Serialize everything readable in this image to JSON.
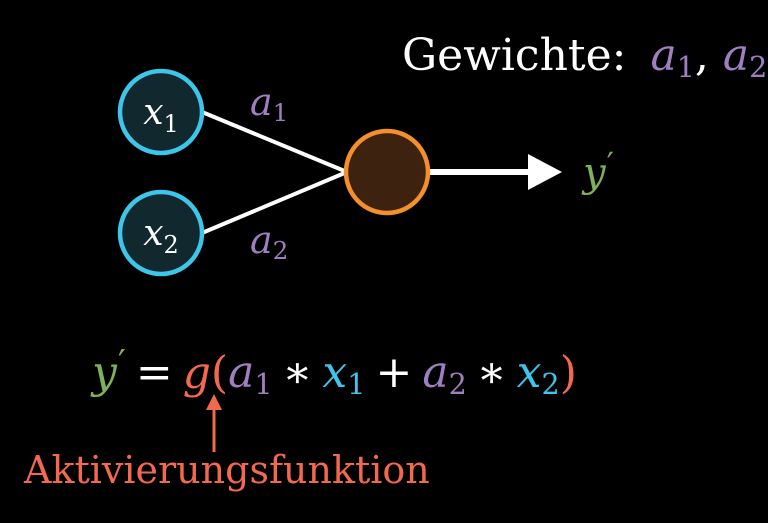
{
  "colors": {
    "background": "#000000",
    "input_node_fill": "#12282f",
    "input_node_stroke": "#3ec6ea",
    "output_node_fill": "#3d2210",
    "output_node_stroke": "#f4902c",
    "weight": "#a07fc1",
    "output": "#7fb05a",
    "activation": "#f2694f",
    "edge": "#ffffff",
    "text": "#ffffff"
  },
  "inputs": [
    {
      "var": "x",
      "sub": "1"
    },
    {
      "var": "x",
      "sub": "2"
    }
  ],
  "weights_title": {
    "label": "Gewichte:",
    "w1_var": "a",
    "w1_sub": "1",
    "separator": ",",
    "w2_var": "a",
    "w2_sub": "2"
  },
  "edge_weights": [
    {
      "var": "a",
      "sub": "1"
    },
    {
      "var": "a",
      "sub": "2"
    }
  ],
  "output": {
    "var": "y",
    "prime": "′"
  },
  "formula": {
    "lhs_var": "y",
    "lhs_prime": "′",
    "equals": "=",
    "func": "g",
    "open_paren": "(",
    "t1_weight_var": "a",
    "t1_weight_sub": "1",
    "t1_times": "∗",
    "t1_input_var": "x",
    "t1_input_sub": "1",
    "plus": "+",
    "t2_weight_var": "a",
    "t2_weight_sub": "2",
    "t2_times": "∗",
    "t2_input_var": "x",
    "t2_input_sub": "2",
    "close_paren": ")"
  },
  "activation_label": "Aktivierungsfunktion"
}
